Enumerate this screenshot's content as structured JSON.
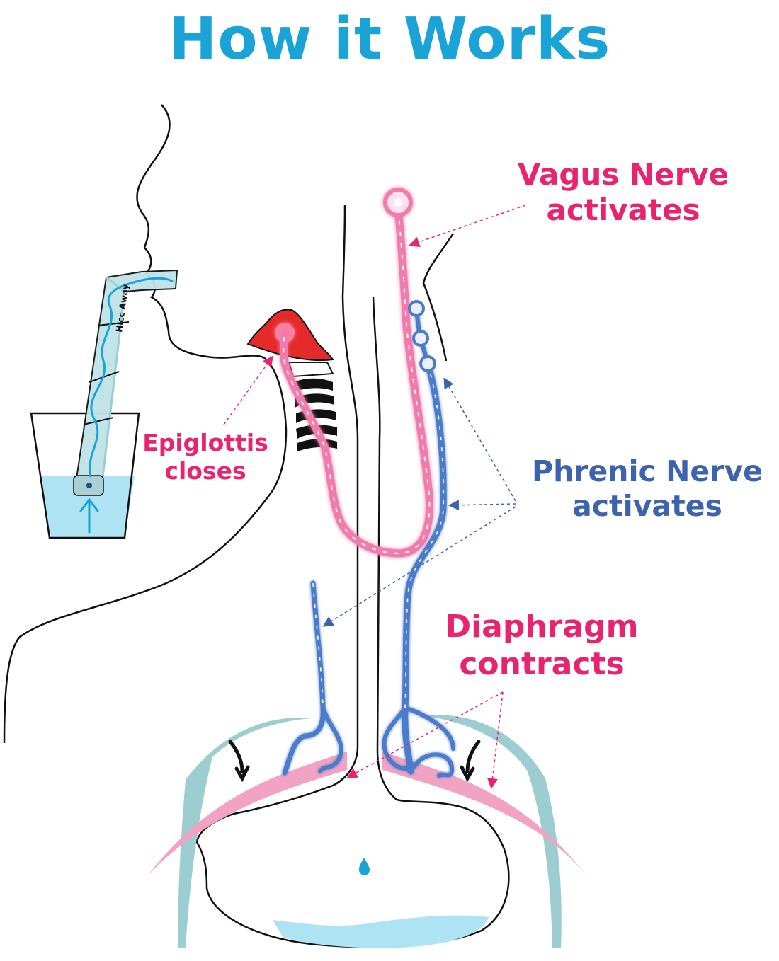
{
  "title": "How it Works",
  "straw_brand": "Hicc Away",
  "labels": {
    "vagus": {
      "line1": "Vagus Nerve",
      "line2": "activates"
    },
    "phrenic": {
      "line1": "Phrenic Nerve",
      "line2": "activates"
    },
    "epiglottis": {
      "line1": "Epiglottis",
      "line2": "closes"
    },
    "diaphragm": {
      "line1": "Diaphragm",
      "line2": "contracts"
    }
  },
  "colors": {
    "title": "#1aa3d6",
    "vagus": "#e8236f",
    "phrenic": "#3d63ac",
    "epiglottis": "#e8236f",
    "diaphragm": "#e8236f",
    "outline": "#111111",
    "diaphragm_muscle": "#f2a3c4",
    "rib": "#9ccdd0",
    "water": "#aee3f3",
    "epiglottis_flap": "#e52a2a",
    "vagus_nerve": "#f07cab",
    "phrenic_nerve": "#4b7cc9"
  }
}
